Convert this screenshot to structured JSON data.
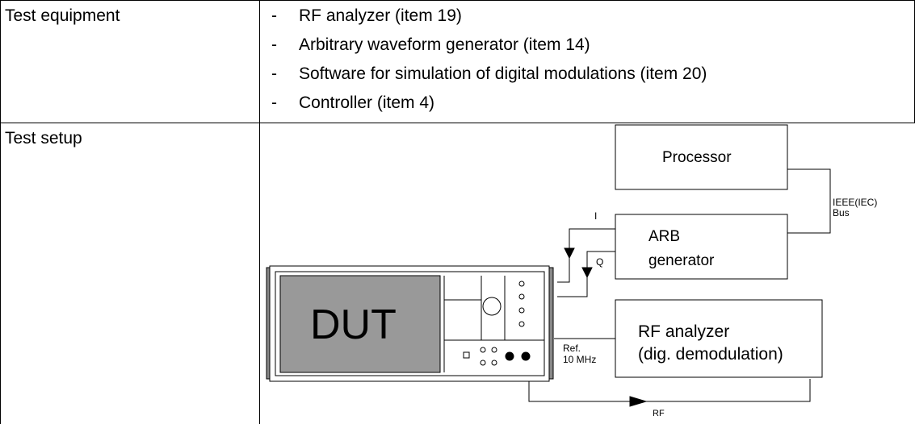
{
  "rows": [
    {
      "label": "Test equipment",
      "items": [
        "RF analyzer (item 19)",
        "Arbitrary waveform generator (item 14)",
        "Software for simulation of digital modulations (item 20)",
        "Controller (item 4)"
      ]
    },
    {
      "label": "Test setup"
    }
  ],
  "bullet": "-",
  "diagram": {
    "processor": "Processor",
    "arb_line1": "ARB",
    "arb_line2": "generator",
    "rf_line1": "RF analyzer",
    "rf_line2": "(dig. demodulation)",
    "bus_line1": "IEEE(IEC)",
    "bus_line2": "Bus",
    "i_label": "I",
    "q_label": "Q",
    "ref_line1": "Ref.",
    "ref_line2": "10 MHz",
    "dut": "DUT",
    "rf_output": "RF"
  }
}
